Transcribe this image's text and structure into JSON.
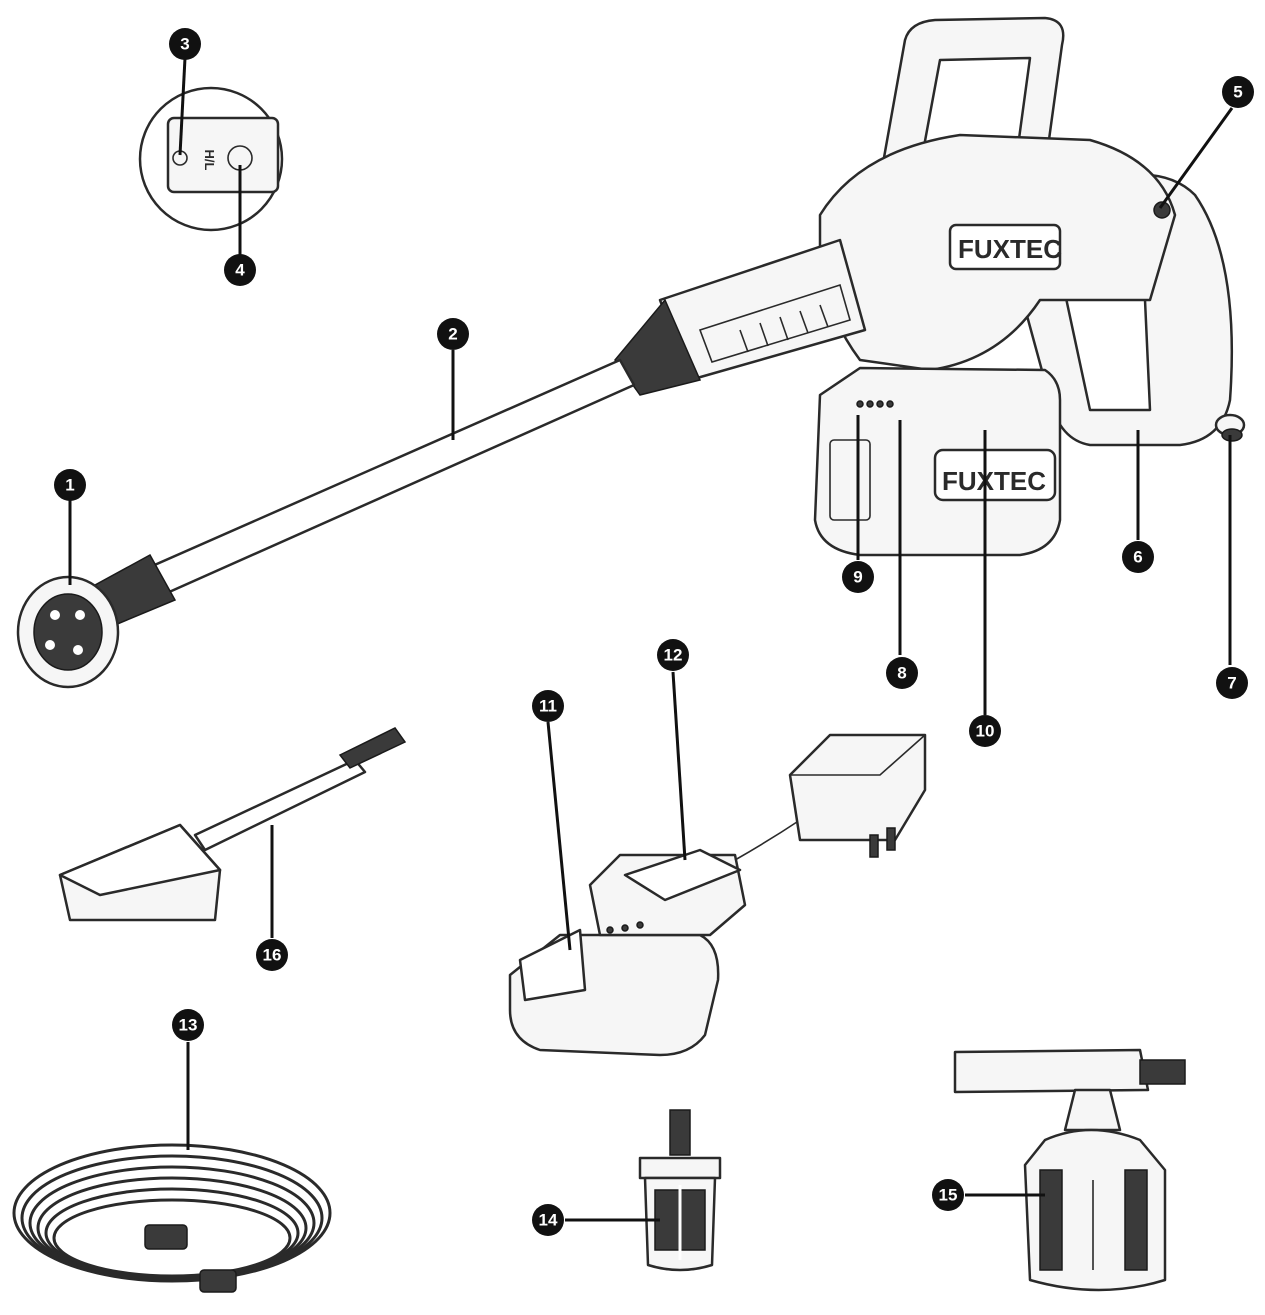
{
  "brand": {
    "name": "FUXTEC"
  },
  "panel": {
    "switch_label": "H/L"
  },
  "callouts": [
    {
      "id": "1",
      "label": "1"
    },
    {
      "id": "2",
      "label": "2"
    },
    {
      "id": "3",
      "label": "3"
    },
    {
      "id": "4",
      "label": "4"
    },
    {
      "id": "5",
      "label": "5"
    },
    {
      "id": "6",
      "label": "6"
    },
    {
      "id": "7",
      "label": "7"
    },
    {
      "id": "8",
      "label": "8"
    },
    {
      "id": "9",
      "label": "9"
    },
    {
      "id": "10",
      "label": "10"
    },
    {
      "id": "11",
      "label": "11"
    },
    {
      "id": "12",
      "label": "12"
    },
    {
      "id": "13",
      "label": "13"
    },
    {
      "id": "14",
      "label": "14"
    },
    {
      "id": "15",
      "label": "15"
    },
    {
      "id": "16",
      "label": "16"
    }
  ]
}
